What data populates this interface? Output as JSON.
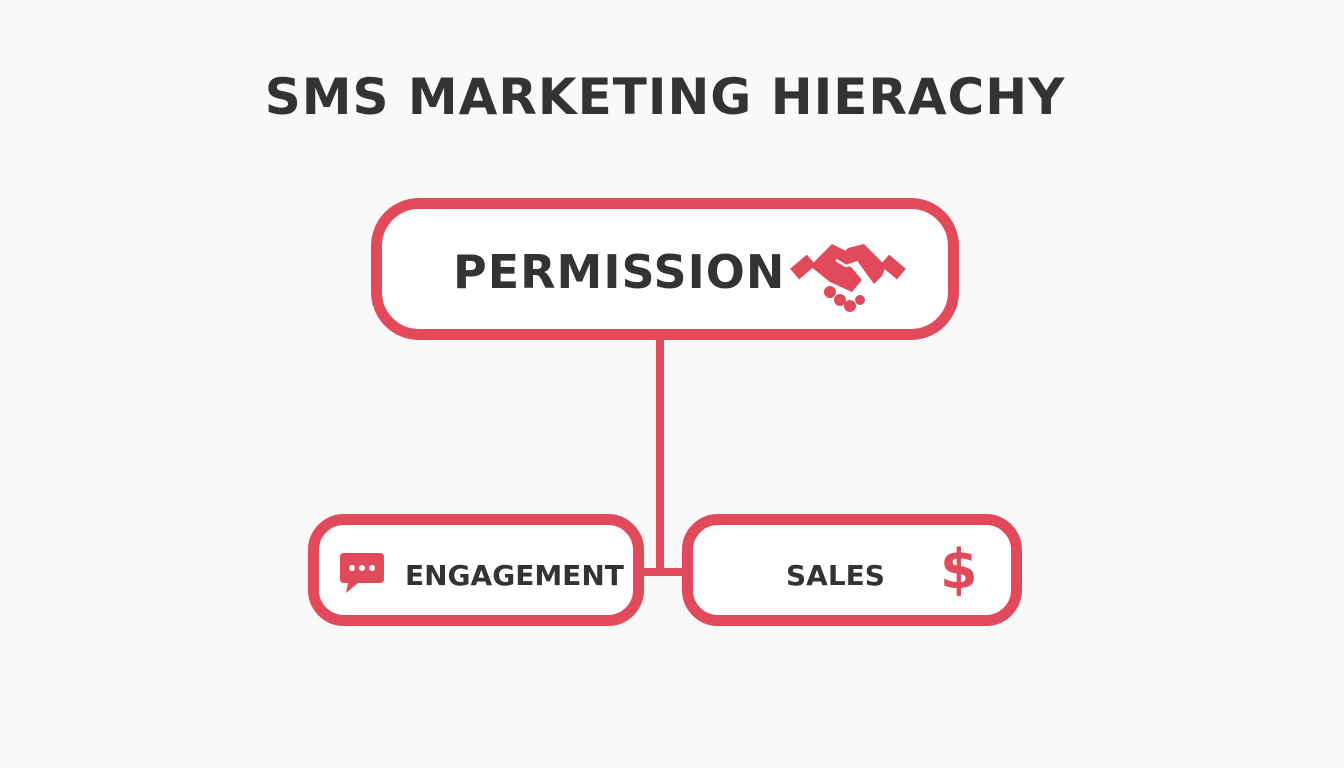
{
  "title": "SMS MARKETING HIERACHY",
  "colors": {
    "accent": "#e04a5a",
    "text": "#333333",
    "background": "#f9f9f9"
  },
  "nodes": {
    "permission": {
      "label": "PERMISSION",
      "icon": "handshake-icon"
    },
    "engagement": {
      "label": "ENGAGEMENT",
      "icon": "chat-bubble-icon"
    },
    "sales": {
      "label": "SALES",
      "icon": "dollar-icon",
      "icon_glyph": "$"
    }
  }
}
